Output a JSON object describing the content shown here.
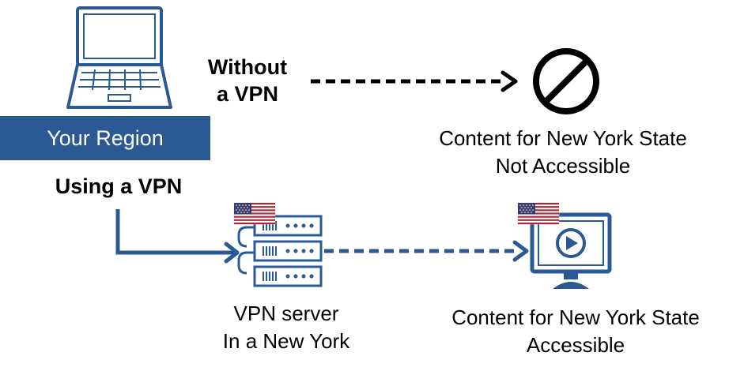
{
  "region_box": {
    "label": "Your Region"
  },
  "without_vpn": {
    "line1": "Without",
    "line2": "a VPN"
  },
  "using_vpn": {
    "label": "Using a VPN"
  },
  "blocked": {
    "line1": "Content for New York State",
    "line2": "Not Accessible"
  },
  "vpn_server": {
    "line1": "VPN server",
    "line2": "In a New York"
  },
  "accessible": {
    "line1": "Content for New York State",
    "line2": "Accessible"
  },
  "colors": {
    "primary_blue": "#2b5994",
    "black": "#000000",
    "flag_red": "#b22234",
    "flag_blue": "#3c3b6e"
  },
  "icons": [
    "laptop-icon",
    "prohibited-icon",
    "server-rack-icon",
    "monitor-play-icon",
    "us-flag-icon"
  ]
}
